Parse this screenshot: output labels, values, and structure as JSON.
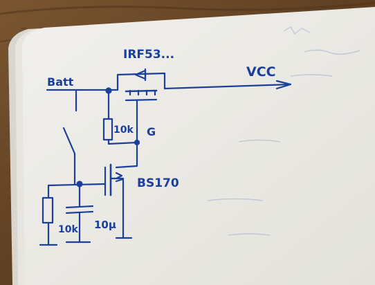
{
  "scene": {
    "subject": "hand-drawn MOSFET switch schematic in a notebook",
    "labels": {
      "mosfet_top": "IRF53...",
      "battery": "Batt",
      "vcc": "VCC",
      "resistor_top": "10k",
      "gate": "G",
      "mosfet_small": "BS170",
      "resistor_bottom": "10k",
      "capacitor": "10µ"
    },
    "colors": {
      "ink": "#1b3f9a",
      "paper": "#ecebe6",
      "desk": "#6b4a2a"
    }
  }
}
